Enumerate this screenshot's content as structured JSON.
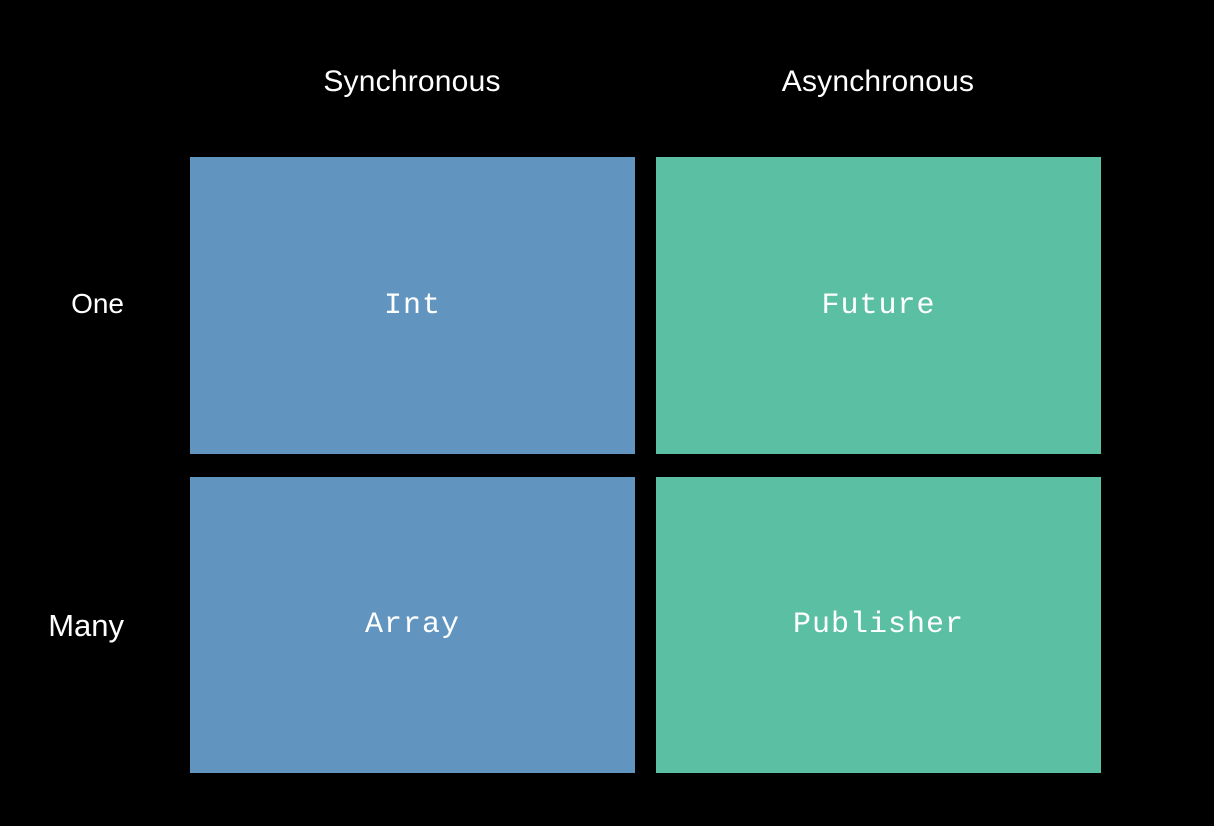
{
  "slide": {
    "background_color": "#000000",
    "text_color": "#ffffff"
  },
  "matrix": {
    "column_headers": [
      {
        "label": "Synchronous"
      },
      {
        "label": "Asynchronous"
      }
    ],
    "row_headers": [
      {
        "label": "One"
      },
      {
        "label": "Many"
      }
    ],
    "cells": [
      {
        "label": "Int",
        "row": "One",
        "column": "Synchronous",
        "color": "#6195bf"
      },
      {
        "label": "Future",
        "row": "One",
        "column": "Asynchronous",
        "color": "#5bbfa3"
      },
      {
        "label": "Array",
        "row": "Many",
        "column": "Synchronous",
        "color": "#6195bf"
      },
      {
        "label": "Publisher",
        "row": "Many",
        "column": "Asynchronous",
        "color": "#5bbfa3"
      }
    ]
  }
}
